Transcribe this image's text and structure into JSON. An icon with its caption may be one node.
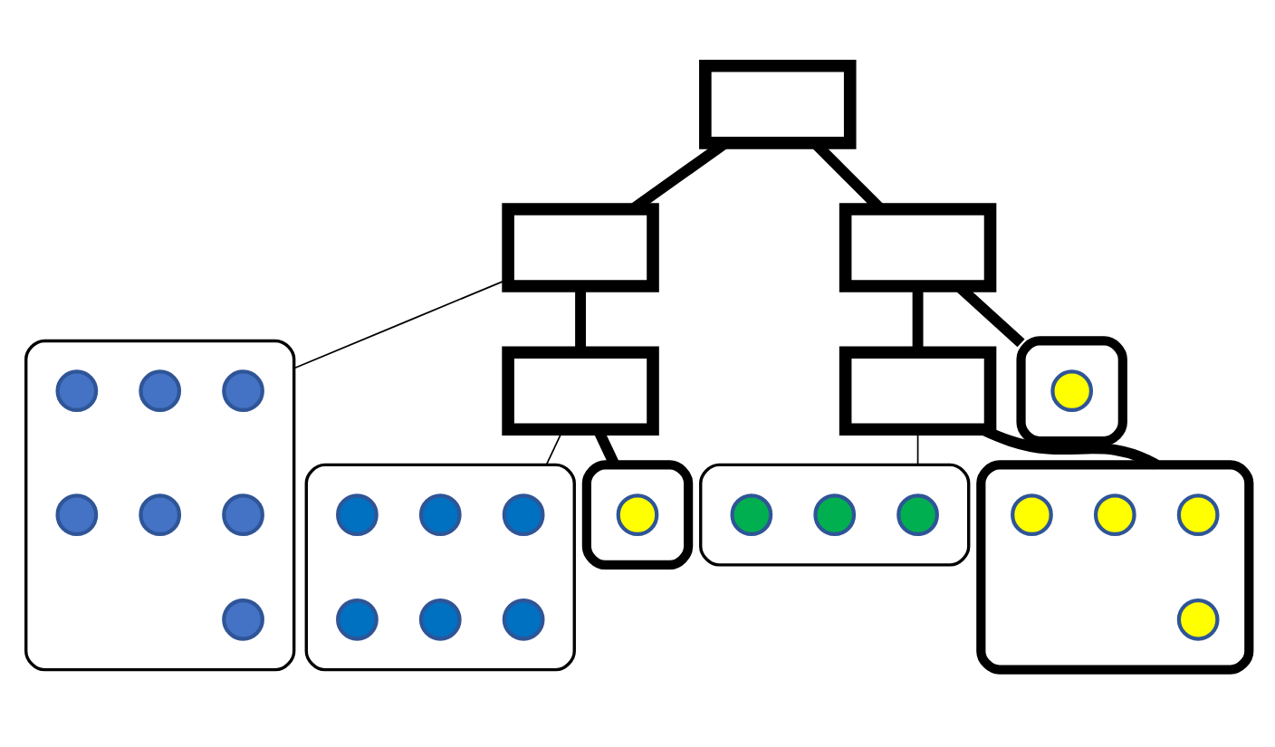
{
  "diagram": {
    "nodes": [
      {
        "text": [],
        "shape": "box"
      },
      {
        "text": [],
        "shape": "box"
      },
      {
        "text": [],
        "shape": "box"
      },
      {
        "text": [],
        "shape": "ellipse"
      },
      {
        "text": [],
        "shape": "circle",
        "in": 3
      },
      {
        "text": [],
        "shape": "circle",
        "in": 3
      },
      {
        "text": [],
        "shape": "circle",
        "in": 3
      },
      {
        "text": [],
        "shape": "circle",
        "in": 3
      },
      {
        "text": [],
        "shape": "circle",
        "in": 3
      },
      {
        "text": [],
        "shape": "circle",
        "in": 3
      },
      {
        "text": [],
        "shape": "circle",
        "in": 3
      },
      {
        "text": [],
        "shape": "box"
      },
      {
        "text": [],
        "shape": "box"
      },
      {
        "text": [],
        "shape": "ellipse"
      },
      {
        "text": [],
        "shape": "circle",
        "in": 13
      },
      {
        "text": [],
        "shape": "ellipse"
      },
      {
        "text": [],
        "shape": "circle",
        "in": 15
      },
      {
        "text": [],
        "shape": "circle",
        "in": 15
      },
      {
        "text": [],
        "shape": "circle",
        "in": 15
      },
      {
        "text": [],
        "shape": "circle",
        "in": 15
      },
      {
        "text": [],
        "shape": "circle",
        "in": 15
      },
      {
        "text": [],
        "shape": "circle",
        "in": 15
      },
      {
        "text": [],
        "shape": "ellipse"
      },
      {
        "text": [],
        "shape": "circle",
        "in": 22
      },
      {
        "text": [],
        "shape": "ellipse"
      },
      {
        "text": [],
        "shape": "circle",
        "in": 24
      },
      {
        "text": [],
        "shape": "circle",
        "in": 24
      },
      {
        "text": [],
        "shape": "circle",
        "in": 24
      },
      {
        "text": [],
        "shape": "ellipse"
      },
      {
        "text": [],
        "shape": "circle",
        "in": 28
      },
      {
        "text": [],
        "shape": "circle",
        "in": 28
      },
      {
        "text": [],
        "shape": "circle",
        "in": 28
      },
      {
        "text": [],
        "shape": "circle",
        "in": 28
      }
    ],
    "edges": [
      {
        "from": 0,
        "to": 1,
        "arrow": "none"
      },
      {
        "from": 0,
        "to": 2,
        "arrow": "none"
      },
      {
        "from": 1,
        "to": 3,
        "arrow": "none"
      },
      {
        "from": 1,
        "to": 11,
        "arrow": "none"
      },
      {
        "from": 2,
        "to": 12,
        "arrow": "none"
      },
      {
        "from": 2,
        "to": 13,
        "arrow": "none"
      },
      {
        "from": 11,
        "to": 15,
        "arrow": "none"
      },
      {
        "from": 11,
        "to": 22,
        "arrow": "none"
      },
      {
        "from": 12,
        "to": 24,
        "arrow": "none"
      },
      {
        "from": 12,
        "to": 28,
        "arrow": "none"
      }
    ]
  }
}
